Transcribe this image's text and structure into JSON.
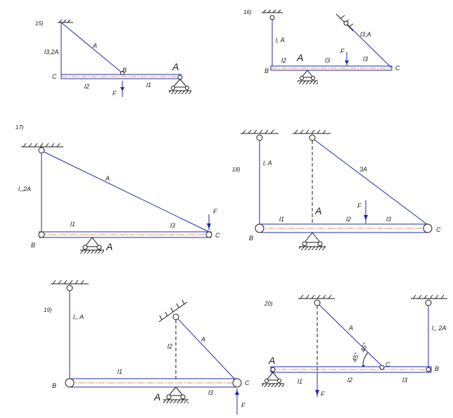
{
  "diagrams": [
    {
      "number": "15)",
      "rod_left": "l3,2A",
      "rod_diag": "A",
      "point_c": "C",
      "point_b": "B",
      "point_a": "A",
      "seg_1": "l2",
      "seg_2": "l1",
      "force": "F"
    },
    {
      "number": "16)",
      "rod_left": "l, A",
      "rod_right": "l3,A",
      "point_b": "B",
      "point_a": "A",
      "point_c": "C",
      "seg_1": "l2",
      "seg_2": "l3",
      "seg_3": "l3",
      "force": "F"
    },
    {
      "number": "17)",
      "rod_left": "l,,2A",
      "rod_diag": "A",
      "point_b": "B",
      "point_a": "A",
      "point_c": "C",
      "seg_1": "l1",
      "seg_2": "l3",
      "force": "F"
    },
    {
      "number": "18)",
      "rod_left": "l, A",
      "rod_diag": "3A",
      "point_b": "B",
      "point_a": "A",
      "point_c": "C",
      "seg_1": "l1",
      "seg_2": "l2",
      "seg_3": "l3",
      "force": "F"
    },
    {
      "number": "19)",
      "rod_left": "l,, A",
      "rod_diag": "A",
      "dash_label": "l2",
      "point_b": "B",
      "point_a": "A",
      "point_c": "C",
      "seg_1": "l1",
      "seg_2": "l3",
      "force": "F"
    },
    {
      "number": "20)",
      "rod_diag": "A",
      "rod_right": "l,, 2A",
      "angle": "45°",
      "point_a": "A",
      "point_c": "C",
      "point_b": "B",
      "seg_1": "l1",
      "seg_2": "l2",
      "seg_3": "l3",
      "force": "F"
    }
  ],
  "colors": {
    "rod": "#1f2ba8",
    "axis": "#d2691e",
    "ink": "#1a1a1a"
  }
}
